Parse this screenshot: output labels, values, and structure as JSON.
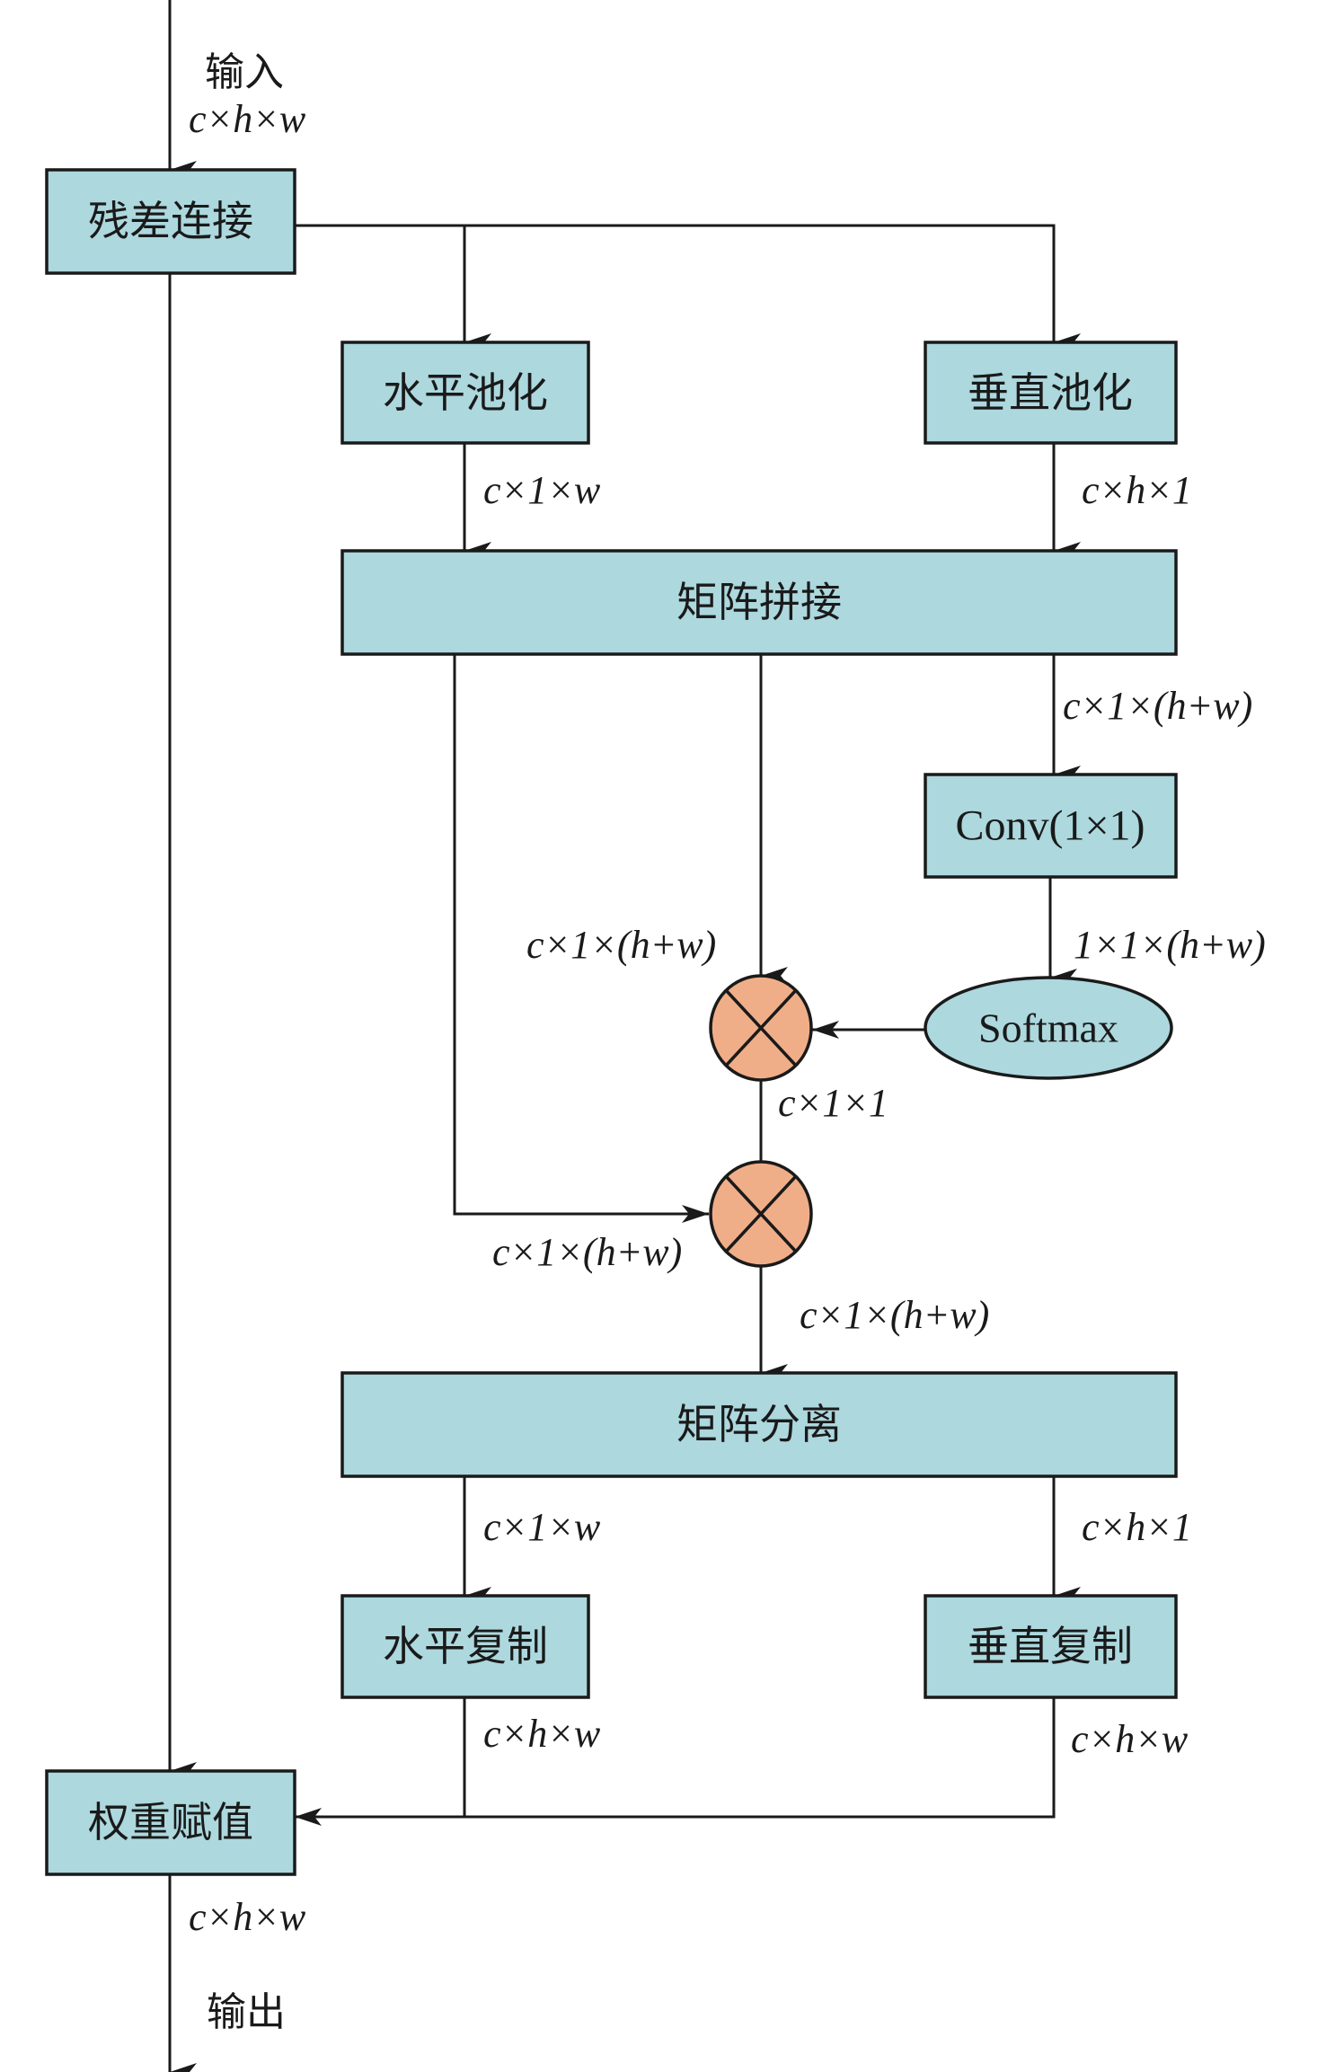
{
  "colors": {
    "box_fill": "#acd8de",
    "multiply_fill": "#f0ae88",
    "stroke": "#1a1a1a"
  },
  "labels": {
    "input": "输入",
    "output": "输出"
  },
  "nodes": {
    "residual": "残差连接",
    "h_pool": "水平池化",
    "v_pool": "垂直池化",
    "concat": "矩阵拼接",
    "conv": "Conv(1×1)",
    "softmax": "Softmax",
    "split": "矩阵分离",
    "h_copy": "水平复制",
    "v_copy": "垂直复制",
    "weight": "权重赋值",
    "multiply_1": "multiply",
    "multiply_2": "multiply"
  },
  "dims": {
    "input": "c×h×w",
    "h_pool_out": "c×1×w",
    "v_pool_out": "c×h×1",
    "concat_to_conv": "c×1×(h+w)",
    "concat_to_mul1": "c×1×(h+w)",
    "conv_out": "1×1×(h+w)",
    "mul1_out": "c×1×1",
    "concat_to_mul2": "c×1×(h+w)",
    "mul2_out": "c×1×(h+w)",
    "split_h": "c×1×w",
    "split_v": "c×h×1",
    "h_copy_out": "c×h×w",
    "v_copy_out": "c×h×w",
    "output": "c×h×w"
  }
}
